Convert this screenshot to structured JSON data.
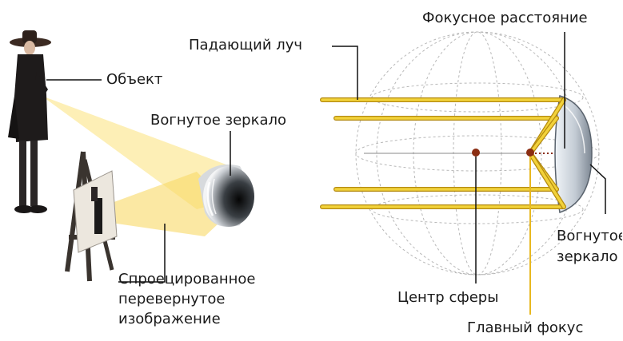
{
  "labels": {
    "object": "Объект",
    "concave_mirror_left": "Вогнутое зеркало",
    "projected_image": "Спроецированное перевернутое изображение",
    "incident_ray": "Падающий луч",
    "focal_length": "Фокусное расстояние",
    "concave_mirror_right": "Вогнутое зеркало",
    "sphere_center": "Центр сферы",
    "principal_focus": "Главный фокус"
  },
  "colors": {
    "ray": "#f2d23a",
    "ray_edge": "#b48a10",
    "light_cone": "#fbe27a",
    "grid": "#b8b8b8",
    "point": "#8a2d12",
    "mirror_shade": "#2a2e32"
  }
}
